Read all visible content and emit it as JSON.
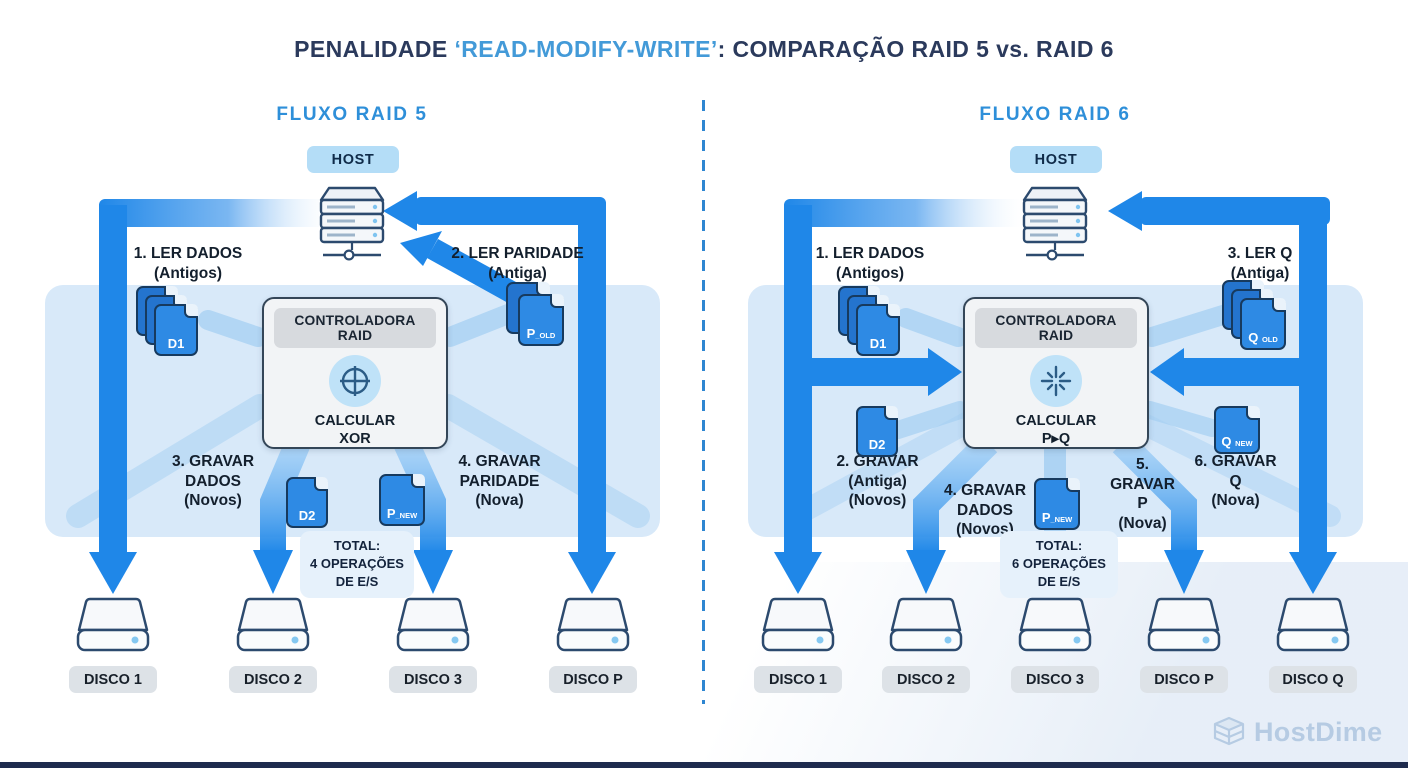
{
  "page": {
    "title_prefix": "PENALIDADE ",
    "title_highlight": "‘READ-MODIFY-WRITE’",
    "title_suffix": ": COMPARAÇÃO RAID 5 vs. RAID 6"
  },
  "colors": {
    "arrow_blue": "#1f87e8",
    "beam_blue": "#a6d0f3",
    "panel_blue": "#d8e9f9",
    "title_navy": "#2b3a5c",
    "highlight_blue": "#439ad8",
    "header_blue": "#2e8fd9",
    "doc_blue": "#2e8ae4",
    "outline_navy": "#2c4a6e",
    "host_bg": "#b4ddf7",
    "bottom_bar": "#1e2b4e"
  },
  "left": {
    "header": "FLUXO RAID 5",
    "host": "HOST",
    "controller": {
      "label": "CONTROLADORA RAID",
      "calc": [
        "CALCULAR",
        "XOR"
      ]
    },
    "steps": [
      {
        "lines": [
          "1. LER DADOS",
          "(Antigos)"
        ]
      },
      {
        "lines": [
          "2. LER PARIDADE",
          "(Antiga)"
        ]
      },
      {
        "lines": [
          "3. GRAVAR",
          "DADOS",
          "(Novos)"
        ]
      },
      {
        "lines": [
          "4. GRAVAR",
          "PARIDADE",
          "(Nova)"
        ]
      }
    ],
    "docs": {
      "d1": {
        "main": "D1"
      },
      "p_old": {
        "main": "P",
        "sub": "_OLD"
      },
      "d2": {
        "main": "D2"
      },
      "p_new": {
        "main": "P",
        "sub": "_NEW"
      }
    },
    "total": {
      "lines": [
        "TOTAL:",
        "4 OPERAÇÕES",
        "DE E/S"
      ]
    },
    "disks": [
      "DISCO 1",
      "DISCO 2",
      "DISCO 3",
      "DISCO P"
    ]
  },
  "right": {
    "header": "FLUXO RAID 6",
    "host": "HOST",
    "controller": {
      "label": "CONTROLADORA RAID",
      "calc": [
        "CALCULAR",
        "P▸Q"
      ]
    },
    "steps": [
      {
        "lines": [
          "1. LER DADOS",
          "(Antigos)"
        ]
      },
      {
        "lines": [
          "3. LER Q",
          "(Antiga)"
        ]
      },
      {
        "lines": [
          "2. GRAVAR",
          "(Antiga)",
          "(Novos)"
        ]
      },
      {
        "lines": [
          "4. GRAVAR",
          "DADOS",
          "(Novos)"
        ]
      },
      {
        "lines": [
          "5.",
          "GRAVAR",
          "P",
          "(Nova)"
        ]
      },
      {
        "lines": [
          "6. GRAVAR",
          "Q",
          "(Nova)"
        ]
      }
    ],
    "docs": {
      "d1": {
        "main": "D1"
      },
      "q_old": {
        "main": "Q",
        "sub": "OLD"
      },
      "d2": {
        "main": "D2"
      },
      "p_new": {
        "main": "P",
        "sub": "_NEW"
      },
      "q_new": {
        "main": "Q",
        "sub": "NEW"
      }
    },
    "total": {
      "lines": [
        "TOTAL:",
        "6 OPERAÇÕES",
        "DE E/S"
      ]
    },
    "disks": [
      "DISCO 1",
      "DISCO 2",
      "DISCO 3",
      "DISCO P",
      "DISCO Q"
    ]
  },
  "footer": {
    "brand": "HostDime"
  }
}
